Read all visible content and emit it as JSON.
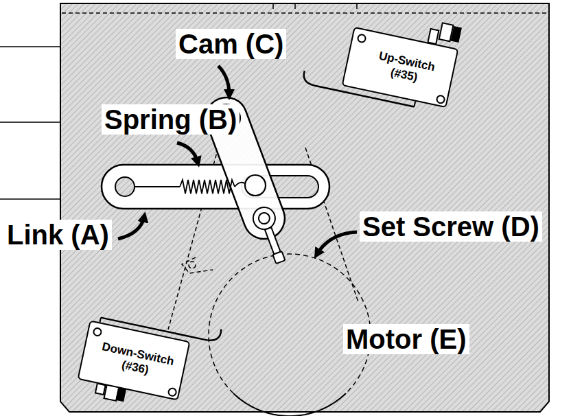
{
  "diagram": {
    "nodes": [
      {
        "text": [
          "Up-Switch (#35)"
        ]
      },
      {
        "text": [
          "Down-Switch (#36)"
        ]
      }
    ],
    "labels": [
      "Cam (C)",
      "Spring (B)",
      "Link (A)",
      "Set Screw (D)",
      "Motor (E)"
    ]
  }
}
